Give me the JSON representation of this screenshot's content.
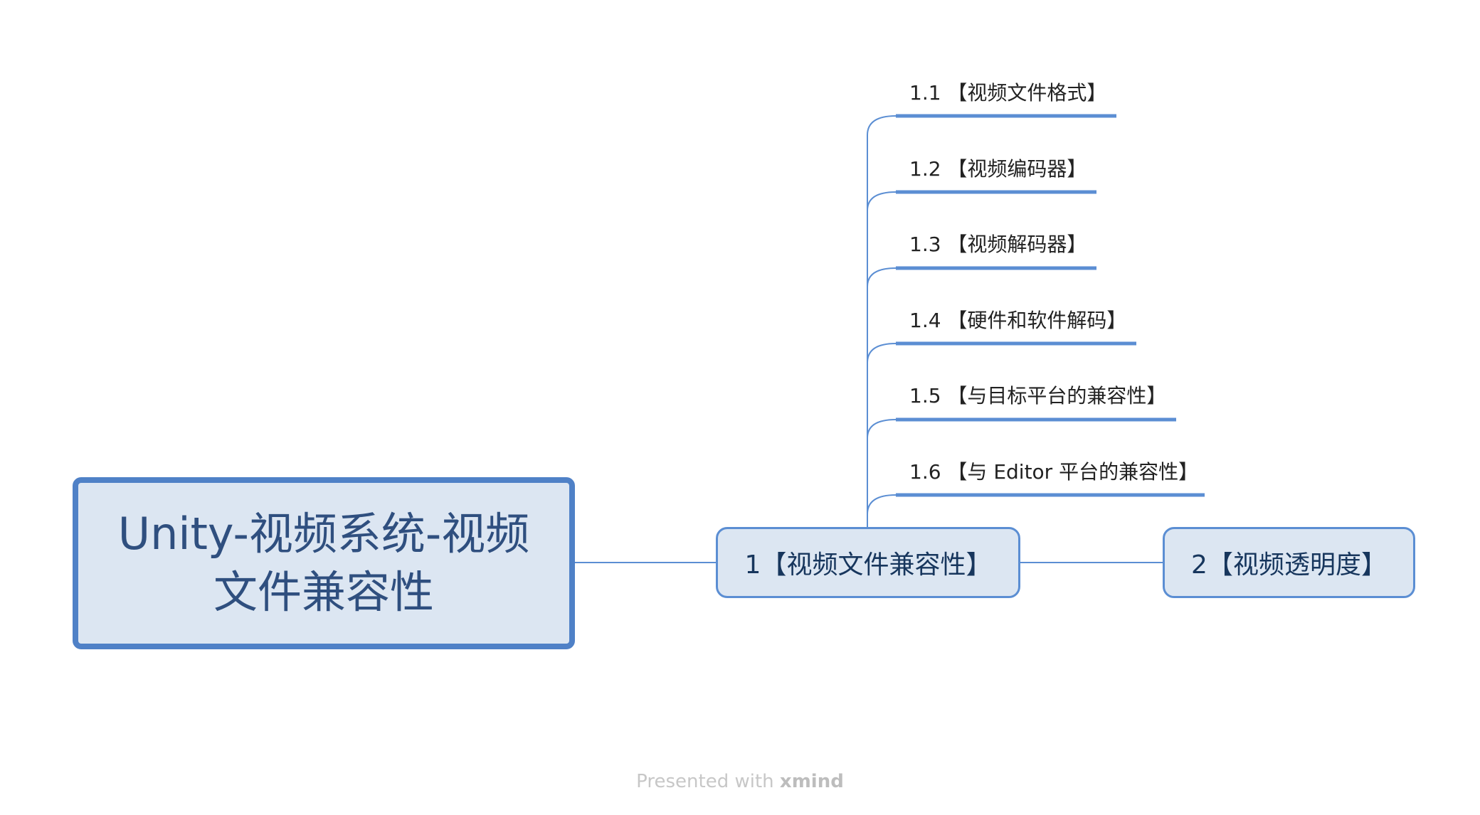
{
  "root": {
    "label": "Unity-视频系统-视频文件兼容性"
  },
  "topics": [
    {
      "label": "1【视频文件兼容性】"
    },
    {
      "label": "2【视频透明度】"
    }
  ],
  "subtopics": [
    {
      "label": "1.1 【视频文件格式】"
    },
    {
      "label": "1.2 【视频编码器】"
    },
    {
      "label": "1.3 【视频解码器】"
    },
    {
      "label": "1.4 【硬件和软件解码】"
    },
    {
      "label": "1.5 【与目标平台的兼容性】"
    },
    {
      "label": "1.6 【与 Editor 平台的兼容性】"
    }
  ],
  "footer": {
    "prefix": "Presented with",
    "brand": "xmind"
  },
  "colors": {
    "connector": "#5b8ed3",
    "underline": "#5b8ed3",
    "node_fill": "#dce6f2",
    "root_border": "#4f81c7"
  }
}
